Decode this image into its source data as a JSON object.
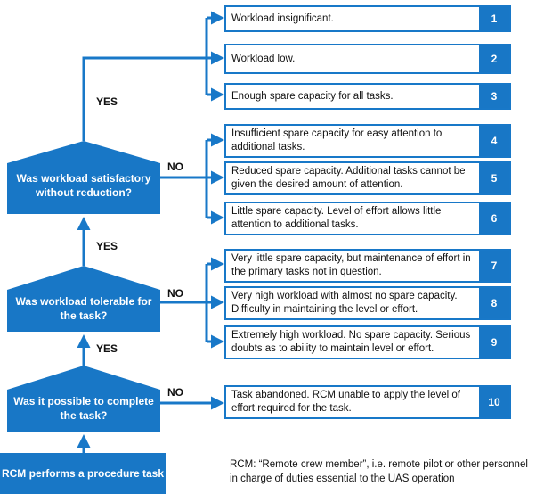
{
  "colors": {
    "primary": "#1877c6",
    "line": "#1878c8"
  },
  "questions": [
    {
      "text": "Was workload satisfactory without reduction?"
    },
    {
      "text": "Was workload tolerable for the task?"
    },
    {
      "text": "Was it possible to complete the task?"
    }
  ],
  "start": "RCM performs a procedure task",
  "labels": {
    "yes": "YES",
    "no": "NO"
  },
  "ratings": [
    {
      "num": "1",
      "text": "Workload insignificant."
    },
    {
      "num": "2",
      "text": "Workload low."
    },
    {
      "num": "3",
      "text": "Enough spare capacity for all tasks."
    },
    {
      "num": "4",
      "text": "Insufficient spare capacity for easy attention to additional tasks."
    },
    {
      "num": "5",
      "text": "Reduced spare capacity. Additional tasks cannot be given the desired amount of attention."
    },
    {
      "num": "6",
      "text": "Little spare capacity. Level of effort allows little attention to additional tasks."
    },
    {
      "num": "7",
      "text": "Very little spare capacity, but maintenance of effort in the primary tasks not in question."
    },
    {
      "num": "8",
      "text": "Very high workload with almost no spare capacity. Difficulty in maintaining the level or effort."
    },
    {
      "num": "9",
      "text": "Extremely high workload. No spare capacity. Serious doubts as to ability to maintain level or effort."
    },
    {
      "num": "10",
      "text": "Task abandoned. RCM unable to apply the level of effort required for the task."
    }
  ],
  "note": "RCM: “Remote crew member”, i.e. remote pilot or other personnel in charge of duties essential to the UAS operation"
}
